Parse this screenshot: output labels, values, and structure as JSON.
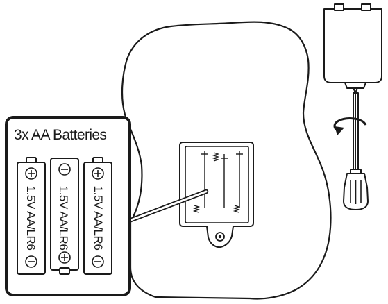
{
  "callout": {
    "title": "3x AA Batteries"
  },
  "batteries": [
    {
      "label": "1.5V AA/LR6",
      "top_symbol": "+",
      "bottom_symbol": "−"
    },
    {
      "label": "1.5V AA/LR6",
      "top_symbol": "−",
      "bottom_symbol": "+"
    },
    {
      "label": "1.5V AA/LR6",
      "top_symbol": "+",
      "bottom_symbol": "−"
    }
  ],
  "icons": {
    "guitar": "guitar-body-outline",
    "compartment": "battery-compartment",
    "screwdriver": "screwdriver-icon",
    "rotate": "rotate-arrow-icon",
    "cover": "battery-cover-icon"
  },
  "colors": {
    "line": "#1a1a1a",
    "background": "#ffffff"
  }
}
